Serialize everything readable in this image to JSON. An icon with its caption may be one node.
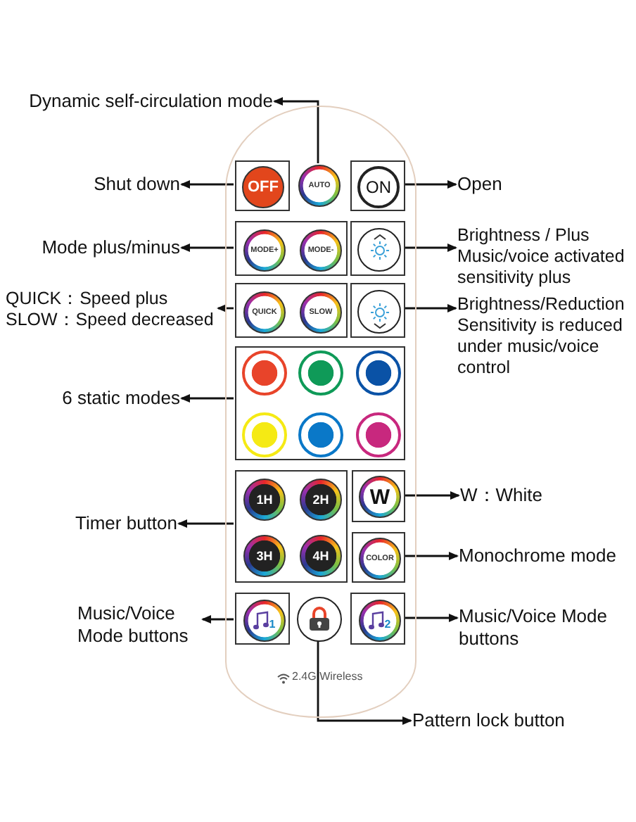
{
  "diagram": {
    "nodes": [
      {
        "text": [
          "Dynamic self-circulation mode"
        ]
      },
      {
        "text": [
          "2.4G Wireless"
        ]
      },
      {
        "text": [
          "Shut down"
        ]
      },
      {
        "text": [],
        "shape": "box",
        "in": 1
      },
      {
        "text": [
          "OFF"
        ],
        "in": 3
      },
      {
        "text": [
          "AUTO"
        ],
        "in": 1
      },
      {
        "text": [],
        "shape": "box",
        "in": 1
      },
      {
        "text": [
          "ON"
        ],
        "in": 6
      },
      {
        "text": [
          "Open"
        ]
      },
      {
        "text": [
          "Mode plus/minus"
        ]
      },
      {
        "text": [],
        "shape": "box",
        "in": 1
      },
      {
        "text": [
          "MODE+"
        ],
        "in": 10
      },
      {
        "text": [
          "MODE-"
        ],
        "in": 10
      },
      {
        "text": [],
        "shape": "box",
        "in": 1
      },
      {
        "text": [],
        "shape": "circle",
        "in": 13
      },
      {
        "text": [
          "Brightness / Plus",
          "Music/voice activated sensitivity plus"
        ]
      },
      {
        "text": [
          "QUICK：Speed plus",
          "SLOW：Speed decreased"
        ]
      },
      {
        "text": [],
        "shape": "box",
        "in": 1
      },
      {
        "text": [
          "QUICK"
        ],
        "in": 17
      },
      {
        "text": [
          "SLOW"
        ],
        "in": 17
      },
      {
        "text": [],
        "shape": "box",
        "in": 1
      },
      {
        "text": [],
        "shape": "circle",
        "in": 20
      },
      {
        "text": [
          "Brightness/Reduction",
          "Sensitivity is reduced under music/voice control"
        ]
      },
      {
        "text": [
          "6 static modes"
        ]
      },
      {
        "text": [],
        "shape": "box",
        "in": 1
      },
      {
        "text": [],
        "shape": "circle",
        "in": 24
      },
      {
        "text": [],
        "shape": "circle",
        "in": 24
      },
      {
        "text": [],
        "shape": "circle",
        "in": 24
      },
      {
        "text": [],
        "shape": "circle",
        "in": 24
      },
      {
        "text": [],
        "shape": "circle",
        "in": 24
      },
      {
        "text": [],
        "shape": "circle",
        "in": 24
      },
      {
        "text": [
          "Timer button"
        ]
      },
      {
        "text": [],
        "shape": "box",
        "in": 1
      },
      {
        "text": [
          "1H"
        ],
        "in": 32
      },
      {
        "text": [
          "2H"
        ],
        "in": 32
      },
      {
        "text": [
          "3H"
        ],
        "in": 32
      },
      {
        "text": [
          "4H"
        ],
        "in": 32
      },
      {
        "text": [],
        "shape": "box",
        "in": 1
      },
      {
        "text": [
          "W"
        ],
        "in": 37
      },
      {
        "text": [
          "W：White"
        ]
      },
      {
        "text": [],
        "shape": "box",
        "in": 1
      },
      {
        "text": [
          "COLOR"
        ],
        "in": 40
      },
      {
        "text": [
          "Monochrome mode"
        ]
      },
      {
        "text": [
          "Music/Voice Mode buttons"
        ]
      },
      {
        "text": [],
        "shape": "box",
        "in": 1
      },
      {
        "text": [
          "1"
        ],
        "in": 44
      },
      {
        "text": [],
        "shape": "circle",
        "in": 1
      },
      {
        "text": [],
        "shape": "box",
        "in": 1
      },
      {
        "text": [
          "2"
        ],
        "in": 47
      },
      {
        "text": [
          "Music/Voice Mode buttons"
        ]
      },
      {
        "text": [
          "Pattern lock button"
        ]
      }
    ],
    "edges": [
      {
        "from": 5,
        "to": 0,
        "arrow": "to"
      },
      {
        "from": 3,
        "to": 2,
        "arrow": "to"
      },
      {
        "from": 6,
        "to": 8,
        "arrow": "to"
      },
      {
        "from": 10,
        "to": 9,
        "arrow": "to"
      },
      {
        "from": 13,
        "to": 15,
        "arrow": "to"
      },
      {
        "from": 17,
        "to": 16,
        "arrow": "to"
      },
      {
        "from": 20,
        "to": 22,
        "arrow": "to"
      },
      {
        "from": 24,
        "to": 23,
        "arrow": "to"
      },
      {
        "from": 32,
        "to": 31,
        "arrow": "to"
      },
      {
        "from": 37,
        "to": 39,
        "arrow": "to"
      },
      {
        "from": 40,
        "to": 42,
        "arrow": "to"
      },
      {
        "from": 44,
        "to": 43,
        "arrow": "to"
      },
      {
        "from": 47,
        "to": 49,
        "arrow": "to"
      },
      {
        "from": 46,
        "to": 50,
        "arrow": "to"
      }
    ]
  }
}
